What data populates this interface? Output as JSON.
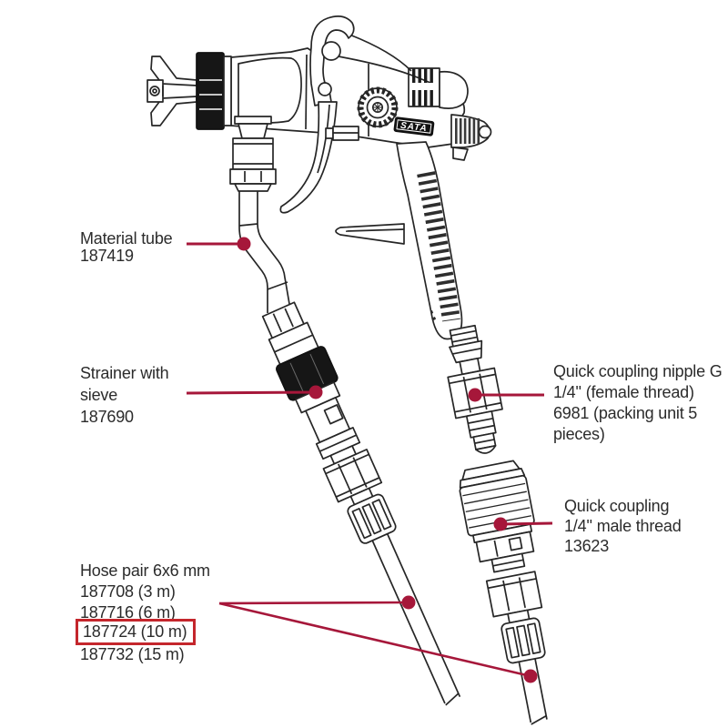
{
  "figure": {
    "brand_badge": "SATA",
    "colors": {
      "leader": "#A6173A",
      "highlight_box": "#C4262C",
      "ink": "#262626"
    },
    "labels": {
      "material_tube": {
        "line1": "Material tube",
        "line2": "187419"
      },
      "strainer": {
        "line1": "Strainer with",
        "line2": "sieve",
        "line3": "187690"
      },
      "hose_pair": {
        "title": "Hose pair 6x6 mm",
        "options": [
          "187708 (3 m)",
          "187716 (6 m)",
          "187724 (10 m)",
          "187732 (15 m)"
        ],
        "highlighted_index": 2
      },
      "quick_coupling_nipple": {
        "line1": "Quick coupling nipple G",
        "line2": "1/4'' (female thread)",
        "line3": "6981 (packing unit 5",
        "line4": "pieces)"
      },
      "quick_coupling": {
        "line1": "Quick coupling",
        "line2": "1/4'' male thread",
        "line3": "13623"
      }
    }
  }
}
